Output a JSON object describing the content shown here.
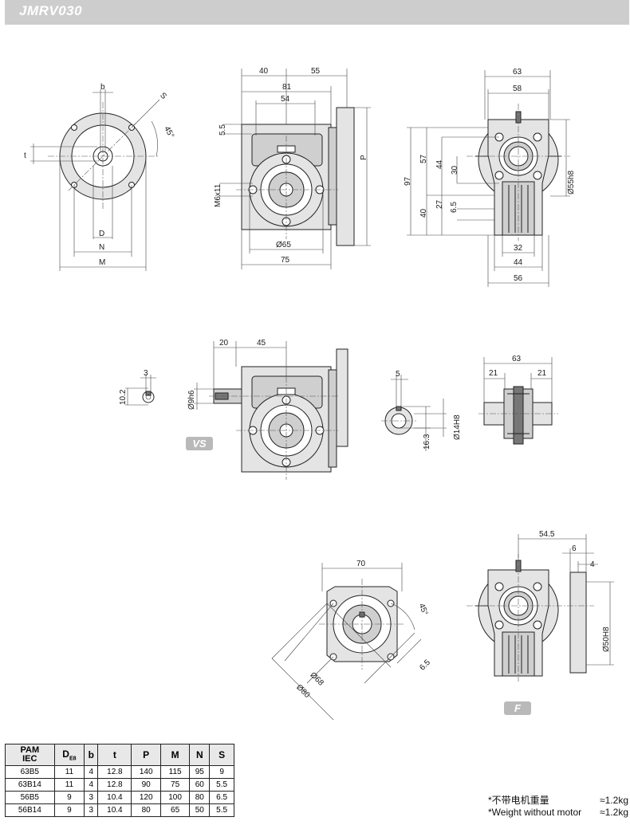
{
  "header": {
    "model": "JMRV030"
  },
  "view_badges": {
    "vs": "VS",
    "f": "F"
  },
  "view_flange": {
    "b": "b",
    "s": "S",
    "angle": "45°",
    "t": "t",
    "d": "D",
    "n": "N",
    "m": "M"
  },
  "view_front": {
    "d40": "40",
    "d55": "55",
    "d81": "81",
    "d54": "54",
    "d55b": "5.5",
    "thread": "M6x11",
    "p": "P",
    "dia65": "Ø65",
    "d75": "75"
  },
  "view_side": {
    "d63": "63",
    "d58": "58",
    "d97": "97",
    "d57": "57",
    "d44": "44",
    "d30": "30",
    "d40": "40",
    "d27": "27",
    "d65": "6.5",
    "d32": "32",
    "d44b": "44",
    "d56": "56",
    "dia55": "Ø55h8"
  },
  "view_vs": {
    "key3": "3",
    "key102": "10.2",
    "d20": "20",
    "d45": "45",
    "dia9": "Ø9h6"
  },
  "view_hole": {
    "key5": "5",
    "d163": "16.3",
    "dia14": "Ø14H8"
  },
  "view_shaft": {
    "d63": "63",
    "d21a": "21",
    "d21b": "21"
  },
  "view_foot": {
    "d70": "70",
    "angle": "45°",
    "dia68": "Ø68",
    "dia80": "Ø80",
    "d65": "6.5"
  },
  "view_f": {
    "d545": "54.5",
    "d6": "6",
    "d4": "4",
    "dia50": "Ø50H8"
  },
  "table": {
    "headers": {
      "pam": "PAM",
      "iec": "IEC",
      "de": "D",
      "de_sub": "E8",
      "b": "b",
      "t": "t",
      "p": "P",
      "m": "M",
      "n": "N",
      "s": "S"
    },
    "rows": [
      [
        "63B5",
        "11",
        "4",
        "12.8",
        "140",
        "115",
        "95",
        "9"
      ],
      [
        "63B14",
        "11",
        "4",
        "12.8",
        "90",
        "75",
        "60",
        "5.5"
      ],
      [
        "56B5",
        "9",
        "3",
        "10.4",
        "120",
        "100",
        "80",
        "6.5"
      ],
      [
        "56B14",
        "9",
        "3",
        "10.4",
        "80",
        "65",
        "50",
        "5.5"
      ]
    ]
  },
  "weight_note": {
    "cn_label": "*不带电机重量",
    "cn_value": "≈1.2kg",
    "en_label": "*Weight without motor",
    "en_value": "≈1.2kg"
  }
}
